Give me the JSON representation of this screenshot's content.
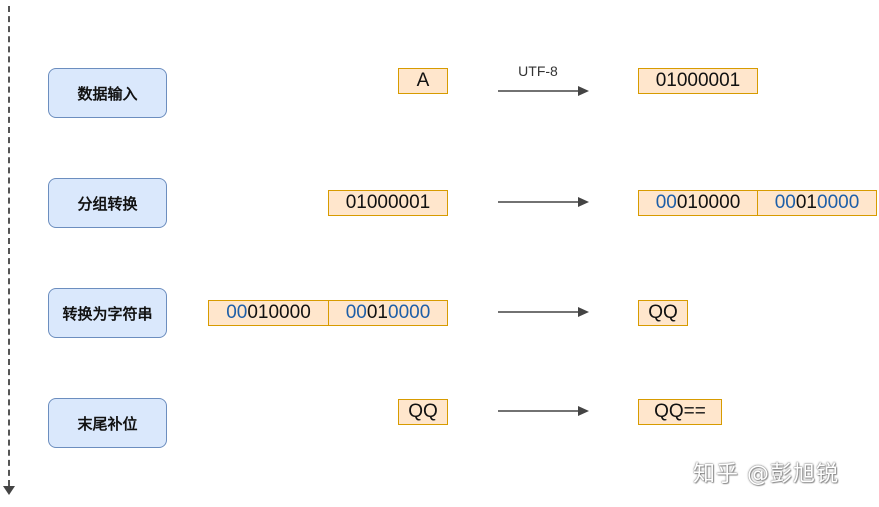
{
  "steps": [
    {
      "label": "数据输入"
    },
    {
      "label": "分组转换"
    },
    {
      "label": "转换为字符串"
    },
    {
      "label": "末尾补位"
    }
  ],
  "row1": {
    "input": "A",
    "arrow_label": "UTF-8",
    "output": "01000001"
  },
  "row2": {
    "input": "01000001",
    "output_groups": [
      {
        "pad": "00",
        "bits": "010000"
      },
      {
        "pad": "00",
        "bits": "01",
        "tail": "0000"
      }
    ]
  },
  "row3": {
    "input_groups": [
      {
        "pad": "00",
        "bits": "010000"
      },
      {
        "pad": "00",
        "bits": "01",
        "tail": "0000"
      }
    ],
    "output": "QQ"
  },
  "row4": {
    "input": "QQ",
    "output": "QQ=="
  },
  "watermark": "知乎 @彭旭锐",
  "colors": {
    "step_fill": "#dae8fc",
    "step_border": "#6c8ebf",
    "cell_fill": "#ffe6cc",
    "cell_border": "#d79b00",
    "pad_bits": "#1e5fa8"
  },
  "icons": [
    "dashed-timeline-arrow",
    "right-arrow"
  ]
}
